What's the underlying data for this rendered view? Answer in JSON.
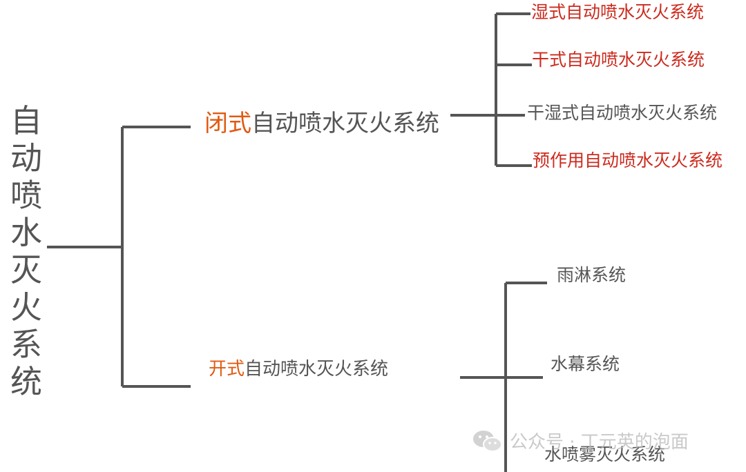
{
  "root": {
    "label": "自动喷水灭火系统"
  },
  "closed": {
    "prefix": "闭式",
    "suffix": "自动喷水灭火系统",
    "children": [
      {
        "label": "湿式自动喷水灭火系统",
        "highlighted": true
      },
      {
        "label": "干式自动喷水灭火系统",
        "highlighted": true
      },
      {
        "label": "干湿式自动喷水灭火系统",
        "highlighted": false
      },
      {
        "label": "预作用自动喷水灭火系统",
        "highlighted": true
      }
    ]
  },
  "open": {
    "prefix": "开式",
    "suffix": "自动喷水灭火系统",
    "children": [
      {
        "label": "雨淋系统"
      },
      {
        "label": "水幕系统"
      },
      {
        "label": "水喷雾灭火系统"
      }
    ]
  },
  "watermark": {
    "icon": "wechat-icon",
    "text": "公众号 · 丁元英的泡面"
  },
  "colors": {
    "line": "#555555",
    "text": "#555555",
    "accent": "#e05a12",
    "highlight": "#cc2a1e",
    "watermark": "#b8b8b8"
  }
}
